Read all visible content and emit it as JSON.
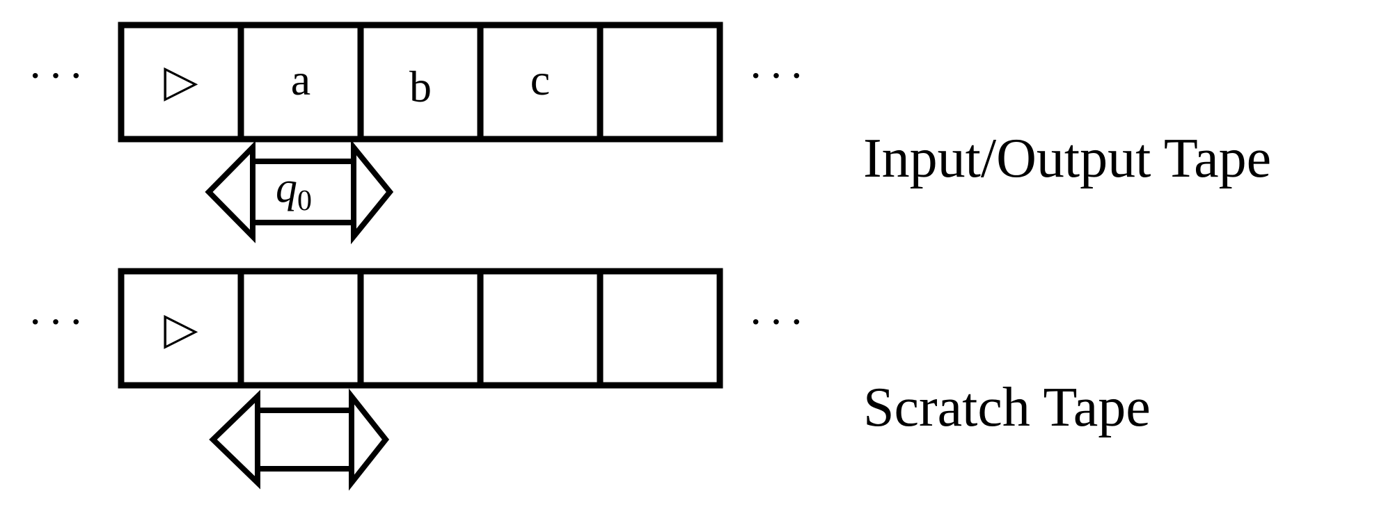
{
  "tapes": [
    {
      "label": "Input/Output Tape",
      "cells": [
        "▷",
        "a",
        "b",
        "c",
        ""
      ],
      "left_ellipsis": "···",
      "right_ellipsis": "···",
      "head": {
        "cell_index": 1,
        "state_symbol": "q",
        "state_subscript": "0"
      }
    },
    {
      "label": "Scratch Tape",
      "cells": [
        "▷",
        "",
        "",
        "",
        ""
      ],
      "left_ellipsis": "···",
      "right_ellipsis": "···",
      "head": {
        "cell_index": 1,
        "state_symbol": "",
        "state_subscript": ""
      }
    }
  ]
}
